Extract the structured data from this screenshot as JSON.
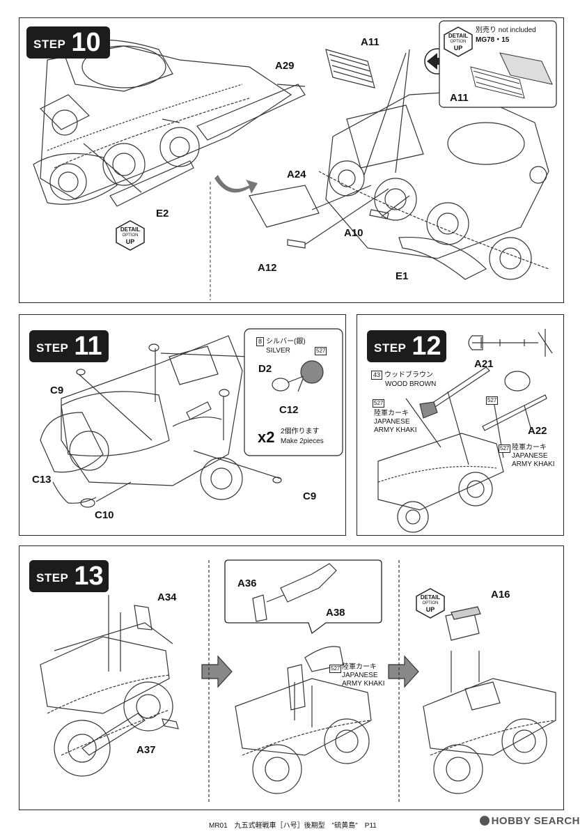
{
  "detail_up": {
    "top": "DETAIL",
    "mid": "OPTION",
    "bot": "UP"
  },
  "step10": {
    "word": "STEP",
    "num": "10",
    "parts": {
      "A29": "A29",
      "E2": "E2",
      "A24": "A24",
      "A12": "A12",
      "A10": "A10",
      "E1": "E1",
      "A11": "A11",
      "A11b": "A11"
    },
    "note_jp": "別売り",
    "note_en": "not included",
    "note_pe": "MG78・15"
  },
  "step11": {
    "word": "STEP",
    "num": "11",
    "parts": {
      "C9a": "C9",
      "C9b": "C9",
      "C13": "C13",
      "C10": "C10",
      "D2": "D2",
      "C12": "C12"
    },
    "paint_num": "8",
    "paint_jp": "シルバー(銀)",
    "paint_en": "SILVER",
    "chip": "527",
    "mult": "x2",
    "make_jp": "2個作ります",
    "make_en": "Make 2pieces"
  },
  "step12": {
    "word": "STEP",
    "num": "12",
    "parts": {
      "A21": "A21",
      "A22": "A22"
    },
    "paint1_num": "43",
    "paint1_jp": "ウッドブラウン",
    "paint1_en": "WOOD BROWN",
    "chip": "527",
    "khaki_jp": "陸軍カーキ",
    "khaki_en1": "JAPANESE",
    "khaki_en2": "ARMY KHAKI"
  },
  "step13": {
    "word": "STEP",
    "num": "13",
    "parts": {
      "A34": "A34",
      "A37": "A37",
      "A36": "A36",
      "A38": "A38",
      "A16": "A16"
    },
    "chip": "527",
    "khaki_jp": "陸軍カーキ",
    "khaki_en1": "JAPANESE",
    "khaki_en2": "ARMY KHAKI"
  },
  "footer": "MR01　九五式軽戦車［ハ号］後期型　\"硫黄島\"　P11",
  "watermark": "HOBBY SEARCH"
}
